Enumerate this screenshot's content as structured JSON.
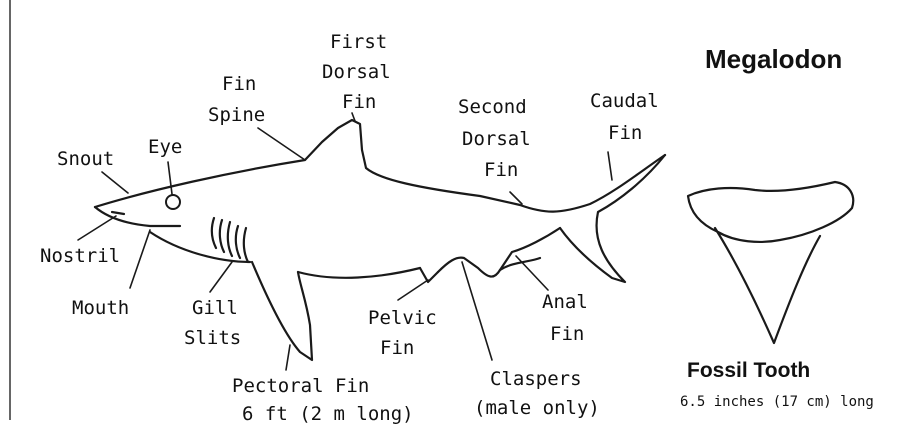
{
  "title": "Megalodon",
  "labels": {
    "first_dorsal": [
      "First",
      "Dorsal",
      "Fin"
    ],
    "fin_spine": [
      "Fin",
      "Spine"
    ],
    "second_dorsal": [
      "Second",
      "Dorsal",
      "Fin"
    ],
    "caudal": [
      "Caudal",
      "Fin"
    ],
    "snout": "Snout",
    "eye": "Eye",
    "nostril": "Nostril",
    "mouth": "Mouth",
    "gill": [
      "Gill",
      "Slits"
    ],
    "pectoral": [
      "Pectoral Fin",
      "6 ft (2 m long)"
    ],
    "pelvic": [
      "Pelvic",
      "Fin"
    ],
    "claspers": [
      "Claspers",
      "(male only)"
    ],
    "anal": [
      "Anal",
      "Fin"
    ]
  },
  "tooth": {
    "title": "Fossil Tooth",
    "subtitle": "6.5 inches (17 cm) long"
  }
}
